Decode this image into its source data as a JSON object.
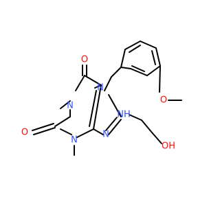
{
  "molecule": {
    "colors": {
      "bond": "#000000",
      "N": "#3050F8",
      "O": "#FF0D0D"
    },
    "atoms": {
      "o6": "O",
      "n1": "N",
      "o2": "O",
      "n3": "N",
      "n7": "N",
      "n9": "N",
      "nh": "NH",
      "oh": "OH",
      "ome": "O"
    }
  }
}
